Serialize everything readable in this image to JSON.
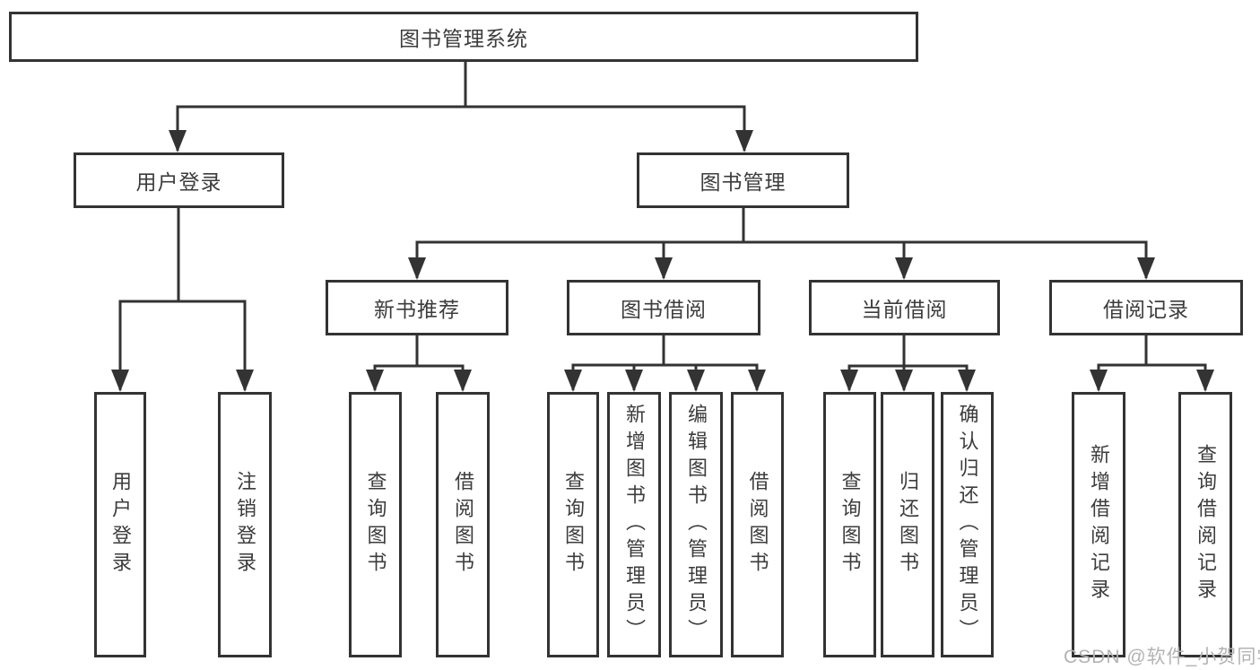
{
  "diagram": {
    "title": "图书管理系统",
    "level2": [
      {
        "label": "用户登录"
      },
      {
        "label": "图书管理"
      }
    ],
    "level3": [
      {
        "label": "新书推荐"
      },
      {
        "label": "图书借阅"
      },
      {
        "label": "当前借阅"
      },
      {
        "label": "借阅记录"
      }
    ],
    "leaves": [
      {
        "label": "用户登录"
      },
      {
        "label": "注销登录"
      },
      {
        "label": "查询图书"
      },
      {
        "label": "借阅图书"
      },
      {
        "label": "查询图书"
      },
      {
        "label": "新增图书（管理员）"
      },
      {
        "label": "编辑图书（管理员）"
      },
      {
        "label": "借阅图书"
      },
      {
        "label": "查询图书"
      },
      {
        "label": "归还图书"
      },
      {
        "label": "确认归还（管理员）"
      },
      {
        "label": "新增借阅记录"
      },
      {
        "label": "查询借阅记录"
      }
    ],
    "watermark": "CSDN @软件_小贺同学"
  },
  "colors": {
    "line": "#333333",
    "text": "#3c3c3c",
    "watermark": "#b3b3b3",
    "background": "#ffffff"
  }
}
